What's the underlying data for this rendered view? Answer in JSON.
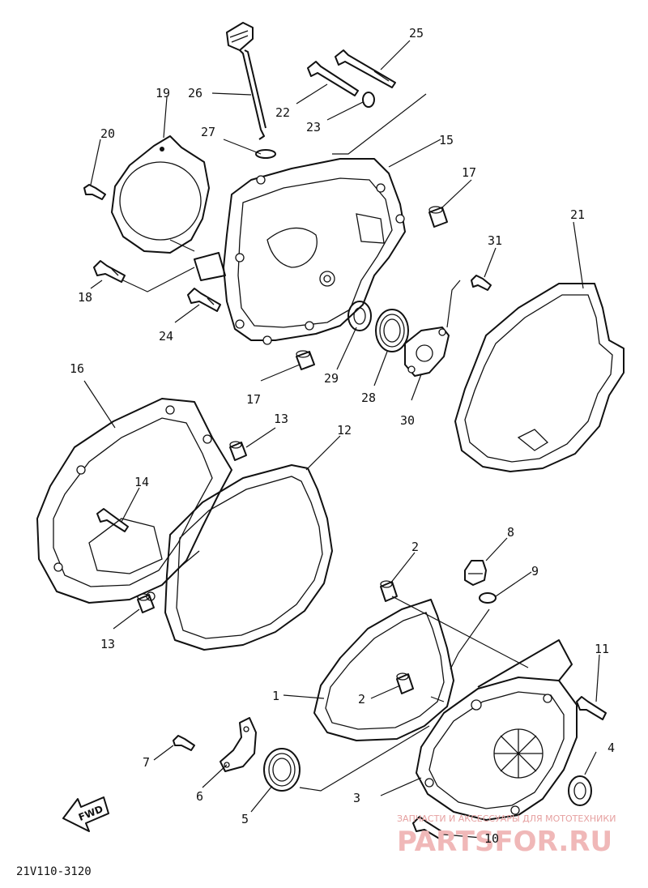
{
  "diagram": {
    "code": "21V110-3120",
    "watermark_line": "ЗАПЧАСТИ И АКСЕССУАРЫ ДЛЯ МОТОТЕХНИКИ",
    "watermark_brand": "PARTSFOR.RU",
    "fwd_arrow": "FWD",
    "labels": [
      {
        "id": "1",
        "text": "1"
      },
      {
        "id": "2a",
        "text": "2"
      },
      {
        "id": "2b",
        "text": "2"
      },
      {
        "id": "3",
        "text": "3"
      },
      {
        "id": "4",
        "text": "4"
      },
      {
        "id": "5",
        "text": "5"
      },
      {
        "id": "6",
        "text": "6"
      },
      {
        "id": "7",
        "text": "7"
      },
      {
        "id": "8",
        "text": "8"
      },
      {
        "id": "9",
        "text": "9"
      },
      {
        "id": "10",
        "text": "10"
      },
      {
        "id": "11",
        "text": "11"
      },
      {
        "id": "12",
        "text": "12"
      },
      {
        "id": "13a",
        "text": "13"
      },
      {
        "id": "13b",
        "text": "13"
      },
      {
        "id": "14",
        "text": "14"
      },
      {
        "id": "15",
        "text": "15"
      },
      {
        "id": "16",
        "text": "16"
      },
      {
        "id": "17a",
        "text": "17"
      },
      {
        "id": "17b",
        "text": "17"
      },
      {
        "id": "18",
        "text": "18"
      },
      {
        "id": "19",
        "text": "19"
      },
      {
        "id": "20",
        "text": "20"
      },
      {
        "id": "21",
        "text": "21"
      },
      {
        "id": "22",
        "text": "22"
      },
      {
        "id": "23",
        "text": "23"
      },
      {
        "id": "24",
        "text": "24"
      },
      {
        "id": "25",
        "text": "25"
      },
      {
        "id": "26",
        "text": "26"
      },
      {
        "id": "27",
        "text": "27"
      },
      {
        "id": "28",
        "text": "28"
      },
      {
        "id": "29",
        "text": "29"
      },
      {
        "id": "30",
        "text": "30"
      },
      {
        "id": "31",
        "text": "31"
      }
    ]
  }
}
